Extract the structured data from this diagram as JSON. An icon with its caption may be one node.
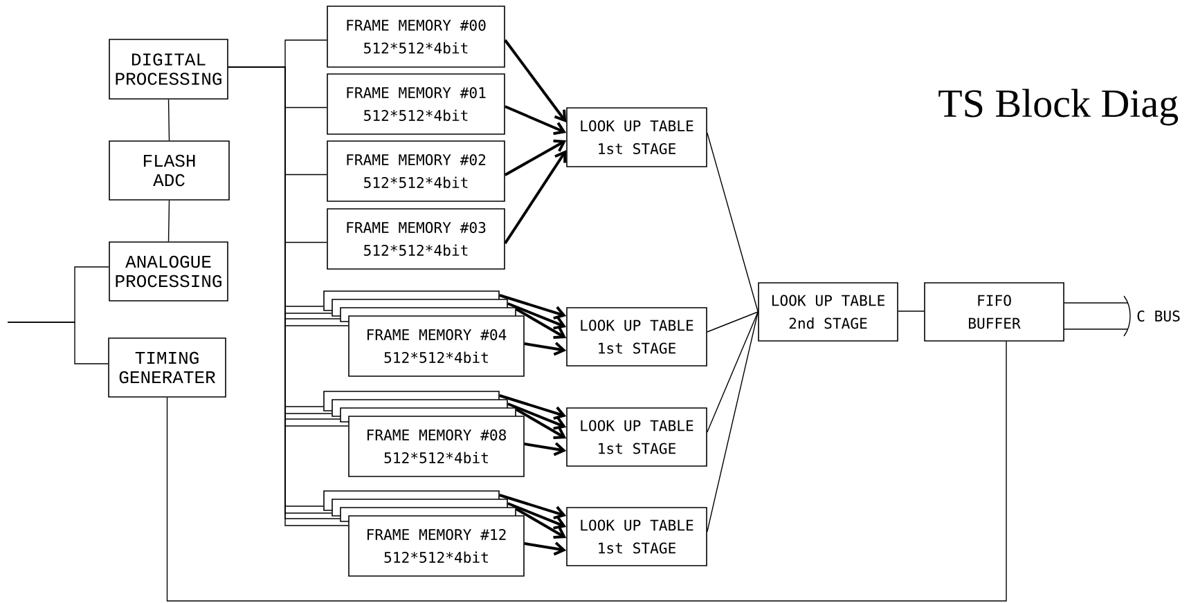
{
  "diagram": {
    "title": "TS Block Diag",
    "nodes": [
      {
        "text": [
          "DIGITAL PROCESSING"
        ]
      },
      {
        "text": [
          "FLASH ADC"
        ]
      },
      {
        "text": [
          "ANALOGUE PROCESSING"
        ]
      },
      {
        "text": [
          "TIMING GENERATER"
        ]
      },
      {
        "text": [
          "FRAME MEMORY #00",
          "512*512*4bit"
        ]
      },
      {
        "text": [
          "FRAME MEMORY #01",
          "512*512*4bit"
        ]
      },
      {
        "text": [
          "FRAME MEMORY #02",
          "512*512*4bit"
        ]
      },
      {
        "text": [
          "FRAME MEMORY #03",
          "512*512*4bit"
        ]
      },
      {
        "text": [
          "LOOK UP TABLE",
          "1st STAGE"
        ]
      },
      {
        "text": [],
        "shape": "box"
      },
      {
        "text": [],
        "shape": "box"
      },
      {
        "text": [],
        "shape": "box"
      },
      {
        "text": [
          "FRAME MEMORY #04",
          "512*512*4bit"
        ]
      },
      {
        "text": [
          "LOOK UP TABLE",
          "1st STAGE"
        ]
      },
      {
        "text": [],
        "shape": "box"
      },
      {
        "text": [],
        "shape": "box"
      },
      {
        "text": [],
        "shape": "box"
      },
      {
        "text": [
          "FRAME MEMORY #08",
          "512*512*4bit"
        ]
      },
      {
        "text": [
          "LOOK UP TABLE",
          "1st STAGE"
        ]
      },
      {
        "text": [],
        "shape": "box"
      },
      {
        "text": [],
        "shape": "box"
      },
      {
        "text": [],
        "shape": "box"
      },
      {
        "text": [
          "FRAME MEMORY #12",
          "512*512*4bit"
        ]
      },
      {
        "text": [
          "LOOK UP TABLE",
          "1st STAGE"
        ]
      },
      {
        "text": [
          "LOOK UP TABLE",
          "2nd STAGE"
        ]
      },
      {
        "text": [
          "FIFO BUFFER"
        ]
      },
      {
        "text": [
          "C BUS"
        ]
      }
    ],
    "edges": [
      {
        "from": 0,
        "to": 1,
        "arrow": "none"
      },
      {
        "from": 1,
        "to": 2,
        "arrow": "none"
      },
      {
        "from": null,
        "to": 2,
        "arrow": "none"
      },
      {
        "from": null,
        "to": 3,
        "arrow": "none"
      },
      {
        "from": 0,
        "to": 4,
        "arrow": "none"
      },
      {
        "from": 0,
        "to": 5,
        "arrow": "none"
      },
      {
        "from": 0,
        "to": 6,
        "arrow": "none"
      },
      {
        "from": 0,
        "to": 7,
        "arrow": "none"
      },
      {
        "from": 0,
        "to": 9,
        "arrow": "none"
      },
      {
        "from": 0,
        "to": 10,
        "arrow": "none"
      },
      {
        "from": 0,
        "to": 11,
        "arrow": "none"
      },
      {
        "from": 0,
        "to": 12,
        "arrow": "none"
      },
      {
        "from": 0,
        "to": 14,
        "arrow": "none"
      },
      {
        "from": 0,
        "to": 15,
        "arrow": "none"
      },
      {
        "from": 0,
        "to": 16,
        "arrow": "none"
      },
      {
        "from": 0,
        "to": 17,
        "arrow": "none"
      },
      {
        "from": 0,
        "to": 19,
        "arrow": "none"
      },
      {
        "from": 0,
        "to": 20,
        "arrow": "none"
      },
      {
        "from": 0,
        "to": 21,
        "arrow": "none"
      },
      {
        "from": 0,
        "to": 22,
        "arrow": "none"
      },
      {
        "from": 4,
        "to": 8,
        "arrow": "to",
        "style": "thick"
      },
      {
        "from": 5,
        "to": 8,
        "arrow": "to",
        "style": "thick"
      },
      {
        "from": 6,
        "to": 8,
        "arrow": "to",
        "style": "thick"
      },
      {
        "from": 7,
        "to": 8,
        "arrow": "to",
        "style": "thick"
      },
      {
        "from": 9,
        "to": 13,
        "arrow": "to",
        "style": "thick"
      },
      {
        "from": 10,
        "to": 13,
        "arrow": "to",
        "style": "thick"
      },
      {
        "from": 11,
        "to": 13,
        "arrow": "to",
        "style": "thick"
      },
      {
        "from": 12,
        "to": 13,
        "arrow": "to",
        "style": "thick"
      },
      {
        "from": 14,
        "to": 18,
        "arrow": "to",
        "style": "thick"
      },
      {
        "from": 15,
        "to": 18,
        "arrow": "to",
        "style": "thick"
      },
      {
        "from": 16,
        "to": 18,
        "arrow": "to",
        "style": "thick"
      },
      {
        "from": 17,
        "to": 18,
        "arrow": "to",
        "style": "thick"
      },
      {
        "from": 19,
        "to": 23,
        "arrow": "to",
        "style": "thick"
      },
      {
        "from": 20,
        "to": 23,
        "arrow": "to",
        "style": "thick"
      },
      {
        "from": 21,
        "to": 23,
        "arrow": "to",
        "style": "thick"
      },
      {
        "from": 22,
        "to": 23,
        "arrow": "to",
        "style": "thick"
      },
      {
        "from": 8,
        "to": 24,
        "arrow": "none"
      },
      {
        "from": 13,
        "to": 24,
        "arrow": "none"
      },
      {
        "from": 18,
        "to": 24,
        "arrow": "none"
      },
      {
        "from": 23,
        "to": 24,
        "arrow": "none"
      },
      {
        "from": 24,
        "to": 25,
        "arrow": "none"
      },
      {
        "from": 25,
        "to": 26,
        "arrow": "none"
      },
      {
        "from": 25,
        "to": 26,
        "arrow": "none"
      },
      {
        "from": 3,
        "to": 25,
        "arrow": "none"
      }
    ]
  }
}
